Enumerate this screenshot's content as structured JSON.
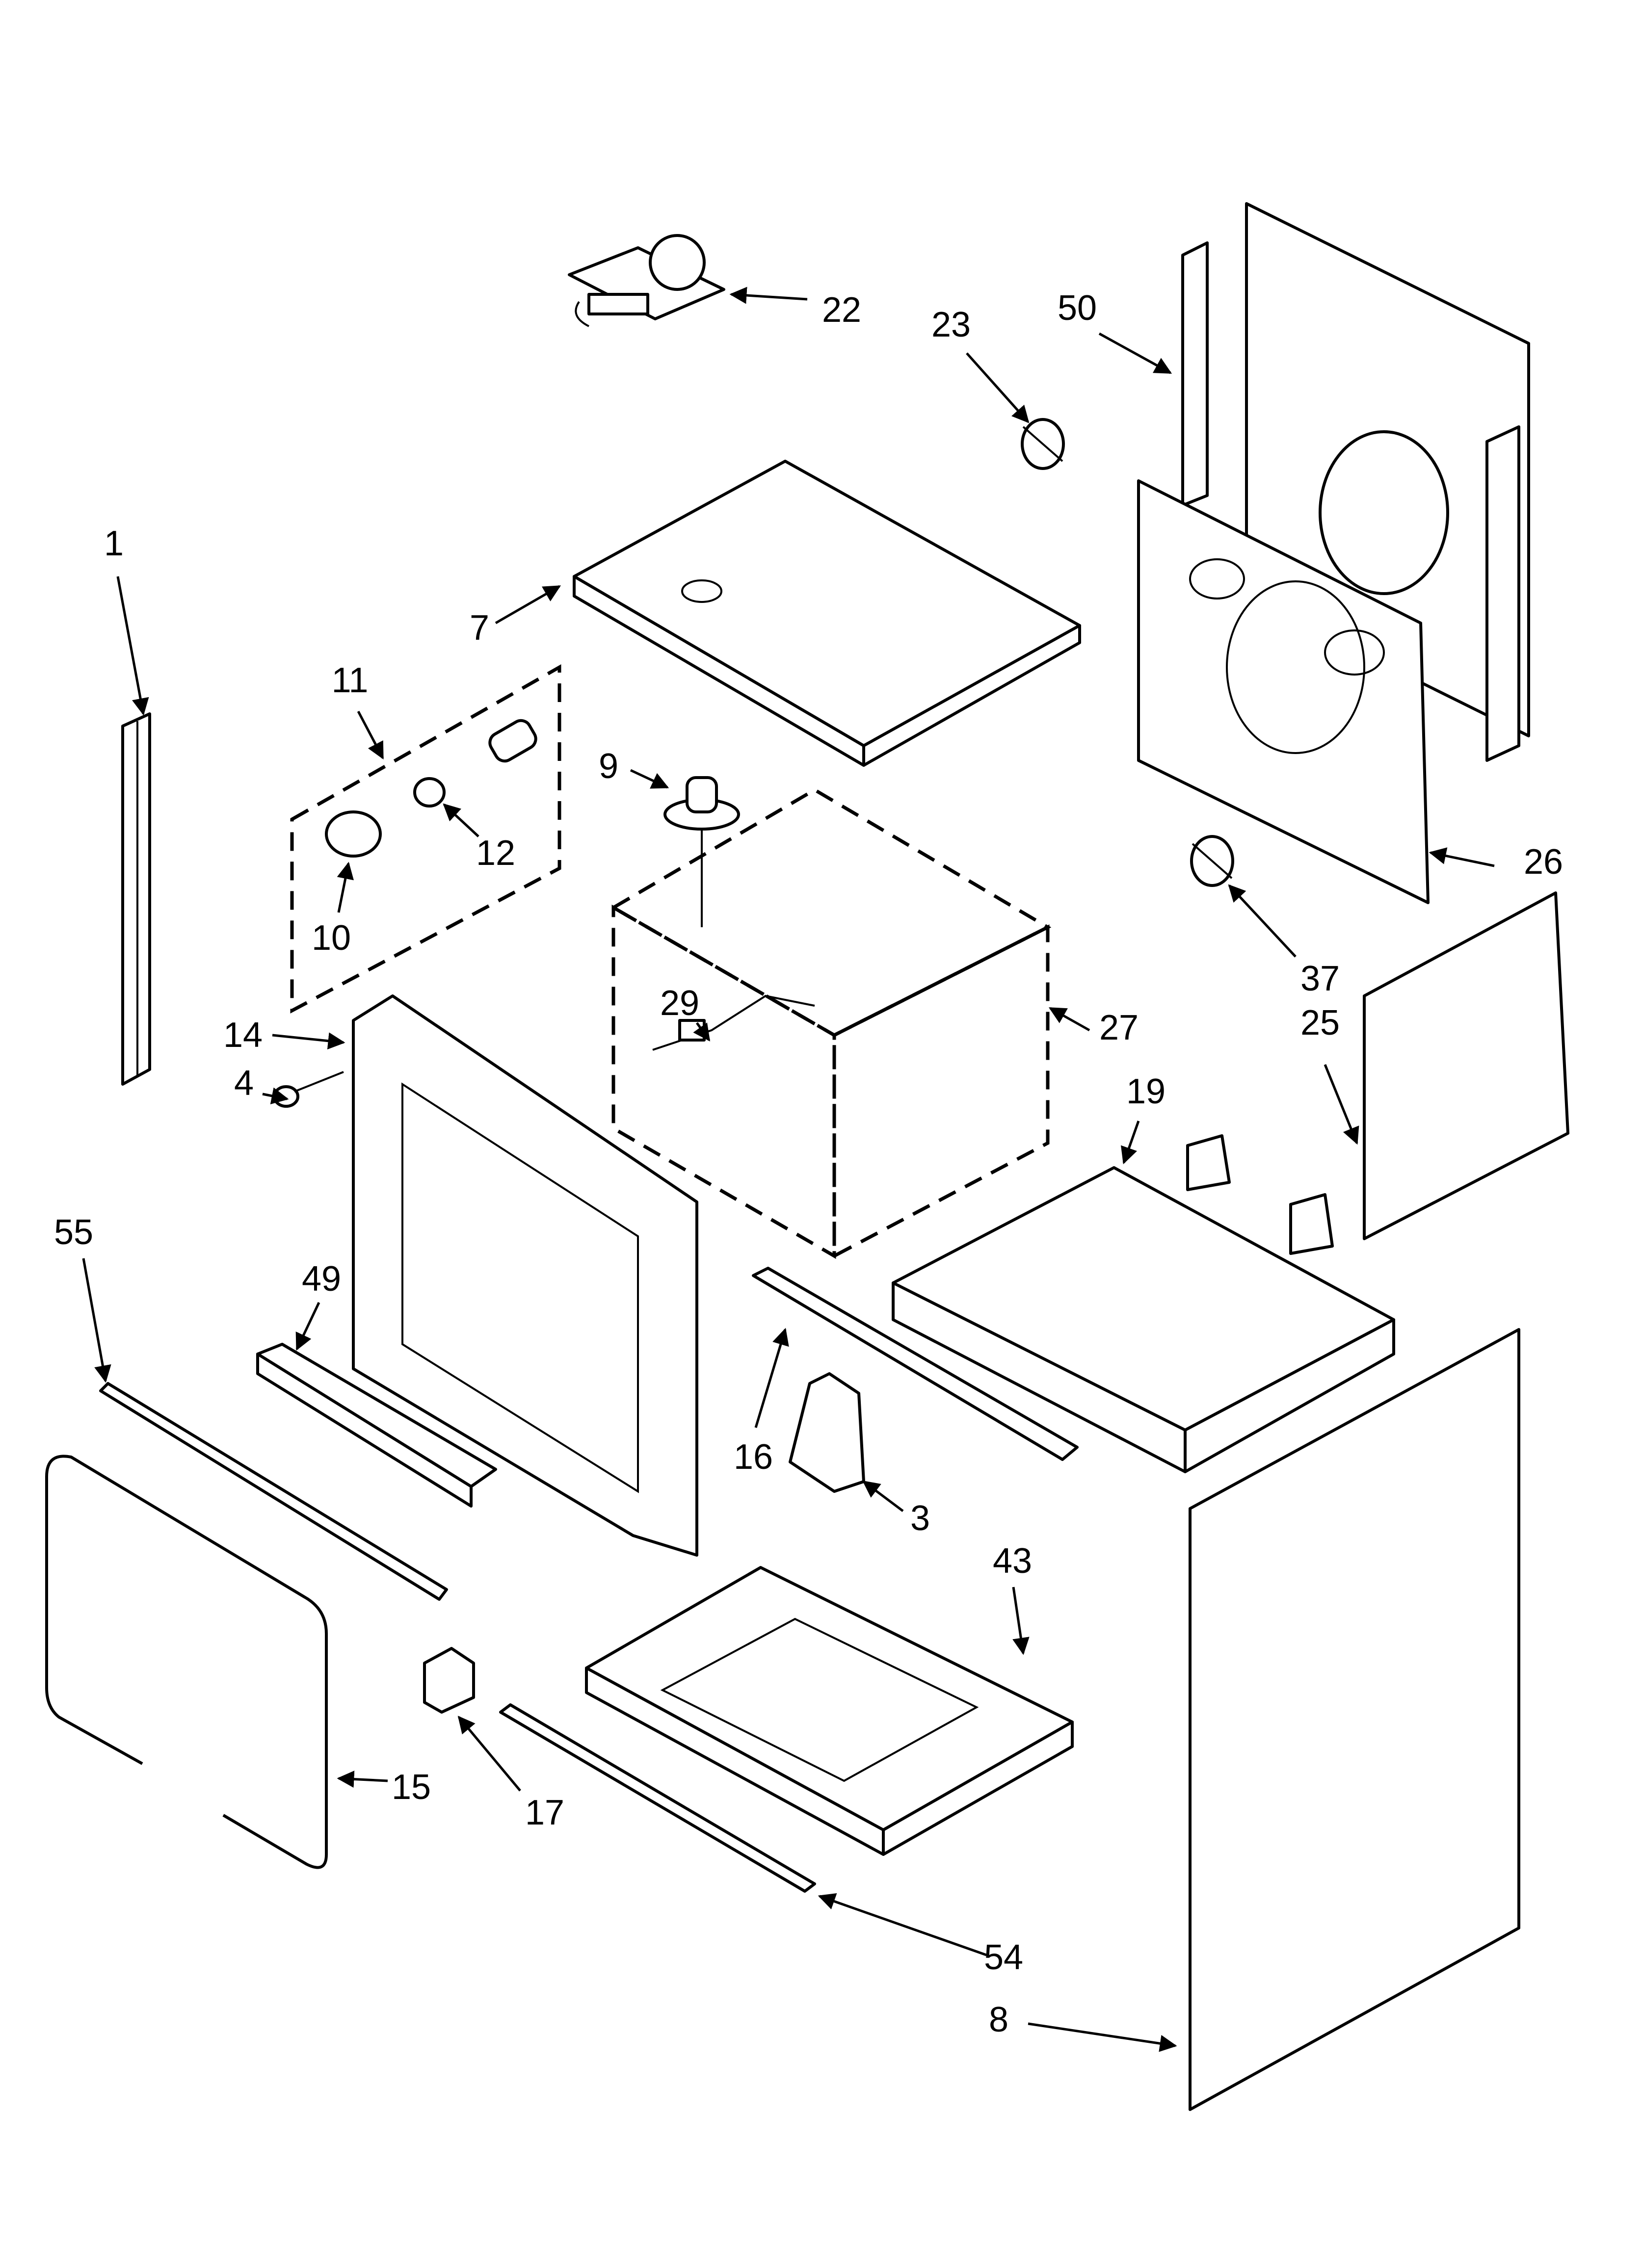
{
  "diagram": {
    "type": "exploded parts diagram",
    "callouts": [
      {
        "id": "1",
        "label": "1"
      },
      {
        "id": "3",
        "label": "3"
      },
      {
        "id": "4",
        "label": "4"
      },
      {
        "id": "7",
        "label": "7"
      },
      {
        "id": "8",
        "label": "8"
      },
      {
        "id": "9",
        "label": "9"
      },
      {
        "id": "10",
        "label": "10"
      },
      {
        "id": "11",
        "label": "11"
      },
      {
        "id": "12",
        "label": "12"
      },
      {
        "id": "14",
        "label": "14"
      },
      {
        "id": "15",
        "label": "15"
      },
      {
        "id": "16",
        "label": "16"
      },
      {
        "id": "17",
        "label": "17"
      },
      {
        "id": "19",
        "label": "19"
      },
      {
        "id": "22",
        "label": "22"
      },
      {
        "id": "23",
        "label": "23"
      },
      {
        "id": "25",
        "label": "25"
      },
      {
        "id": "26",
        "label": "26"
      },
      {
        "id": "27",
        "label": "27"
      },
      {
        "id": "29",
        "label": "29"
      },
      {
        "id": "37",
        "label": "37"
      },
      {
        "id": "43",
        "label": "43"
      },
      {
        "id": "49",
        "label": "49"
      },
      {
        "id": "50",
        "label": "50"
      },
      {
        "id": "54",
        "label": "54"
      },
      {
        "id": "55",
        "label": "55"
      }
    ]
  }
}
